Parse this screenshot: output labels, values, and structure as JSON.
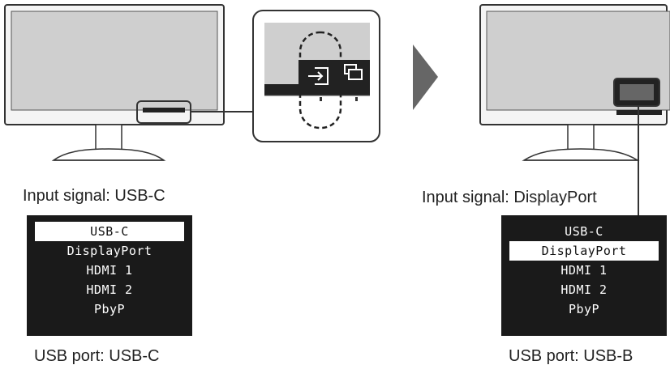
{
  "colors": {
    "screen": "#cfcfcf",
    "bezel": "#f4f4f4",
    "outline": "#333333",
    "arrow": "#666666",
    "osd_bg": "#1a1a1a",
    "osd_selected_bg": "#ffffff"
  },
  "icons": [
    "input-signal-icon",
    "window-overlay-icon"
  ],
  "left": {
    "input_caption": "Input signal: USB-C",
    "usb_caption": "USB port: USB-C",
    "menu": {
      "items": [
        "USB-C",
        "DisplayPort",
        "HDMI 1",
        "HDMI 2",
        "PbyP"
      ],
      "selected": "USB-C"
    }
  },
  "right": {
    "input_caption": "Input signal: DisplayPort",
    "usb_caption": "USB port: USB-B",
    "menu": {
      "items": [
        "USB-C",
        "DisplayPort",
        "HDMI 1",
        "HDMI 2",
        "PbyP"
      ],
      "selected": "DisplayPort"
    }
  }
}
